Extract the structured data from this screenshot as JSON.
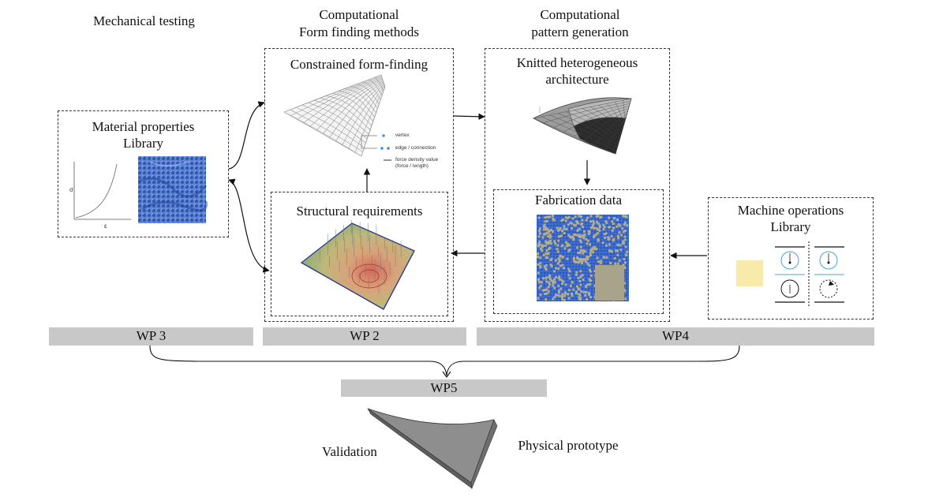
{
  "headings": {
    "mechanical": "Mechanical testing",
    "formfinding_line1": "Computational",
    "formfinding_line2": "Form finding methods",
    "pattern_line1": "Computational",
    "pattern_line2": "pattern generation"
  },
  "boxes": {
    "material_line1": "Material properties",
    "material_line2": "Library",
    "constrained": "Constrained form-finding",
    "structural": "Structural requirements",
    "knitted_line1": "Knitted heterogeneous",
    "knitted_line2": "architecture",
    "fabrication": "Fabrication data",
    "machine_line1": "Machine operations",
    "machine_line2": "Library"
  },
  "legend": {
    "vertex": "vertex",
    "edge": "edge / connection",
    "force_line1": "force density value",
    "force_line2": "(force / length)"
  },
  "graph_axes": {
    "y": "σ",
    "x": "ε"
  },
  "work_packages": {
    "wp3": "WP 3",
    "wp2": "WP 2",
    "wp4": "WP4",
    "wp5": "WP5"
  },
  "bottom": {
    "validation": "Validation",
    "prototype": "Physical prototype"
  },
  "colors": {
    "wp_bar": "#c8c8c8",
    "knit_blue": "#3f6fd1",
    "knit_tan": "#b5ad8c",
    "swatch_yellow": "#f7eaaa",
    "machine_blue": "#4aa3d8"
  }
}
